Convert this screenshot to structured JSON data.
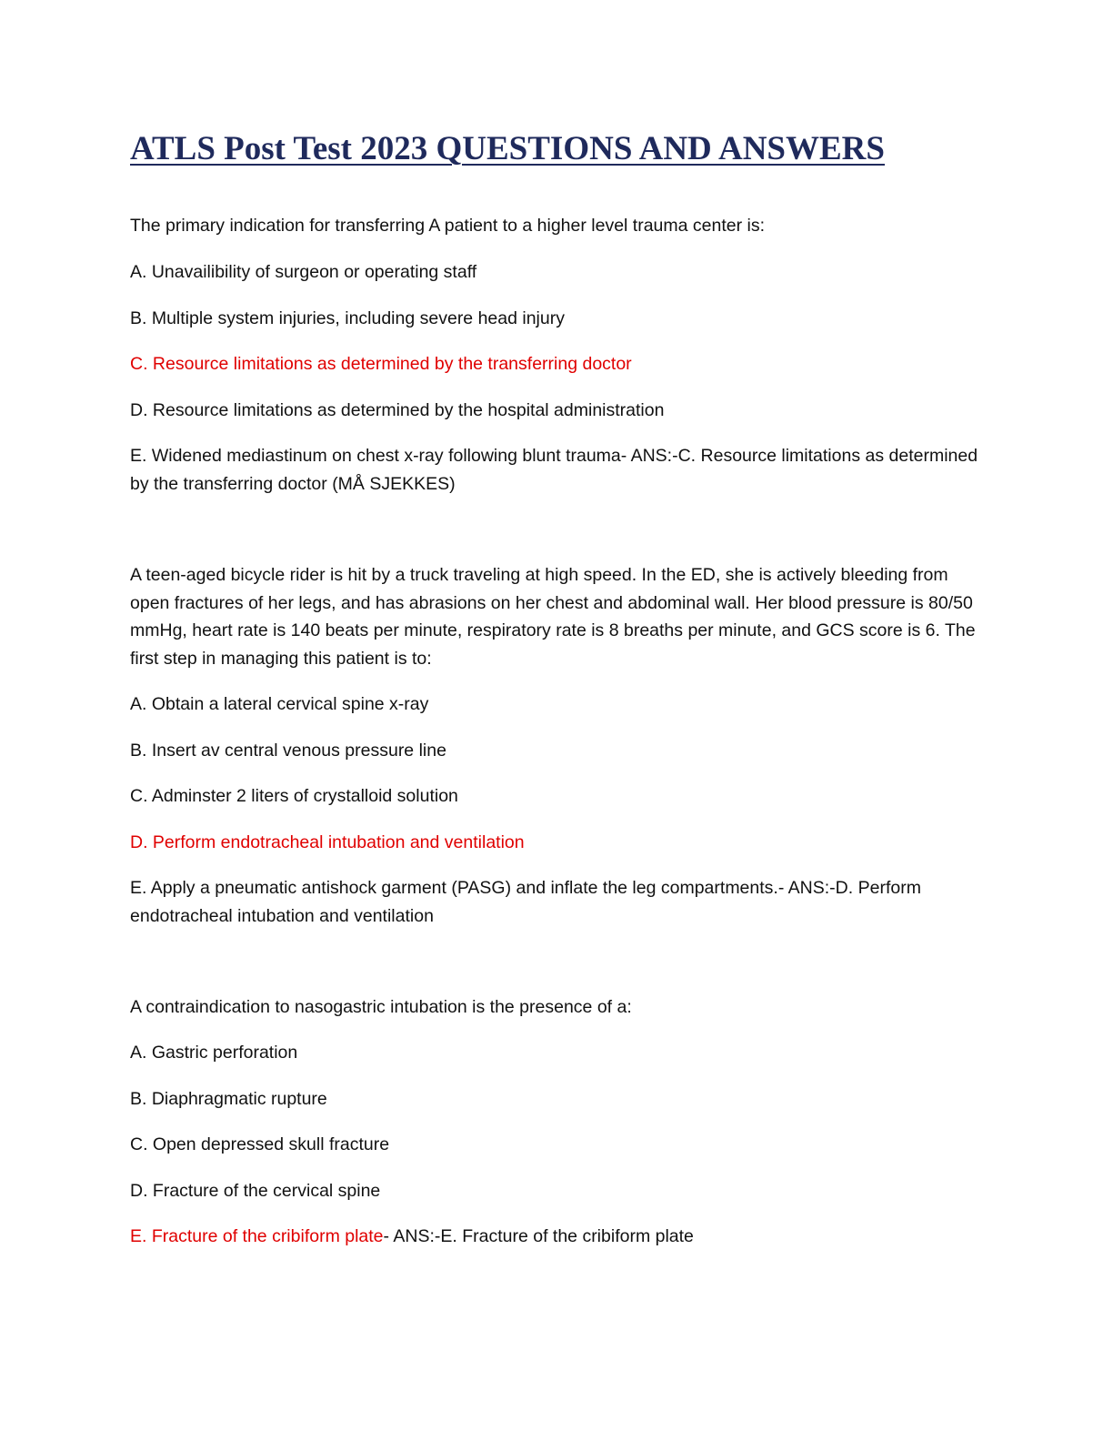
{
  "document": {
    "title": "ATLS Post Test 2023 QUESTIONS AND ANSWERS",
    "accent_color": "#e00000",
    "title_color": "#1f2a5c"
  },
  "q1": {
    "question": "The primary indication for transferring A patient to a higher level trauma center is:",
    "option_a": "A. Unavailibility of surgeon or operating staff",
    "option_b": "B. Multiple system injuries, including severe head injury",
    "option_c": "C. Resource limitations as determined by the transferring doctor",
    "option_d": "D. Resource limitations as determined by the hospital administration",
    "option_e": "E. Widened mediastinum on chest x-ray following blunt trauma- ANS:-C. Resource limitations as determined by the transferring doctor (MÅ SJEKKES)"
  },
  "q2": {
    "question": "A teen-aged bicycle rider is hit by a truck traveling at high speed. In the ED, she is actively bleeding from open fractures of her legs, and has abrasions on her chest and abdominal wall. Her blood pressure is 80/50 mmHg, heart rate is 140 beats per minute, respiratory rate is 8 breaths per minute, and GCS score is 6. The first step in managing this patient is to:",
    "option_a": "A. Obtain a lateral cervical spine x-ray",
    "option_b": "B. Insert av central venous pressure line",
    "option_c": "C. Adminster 2 liters of crystalloid solution",
    "option_d": "D. Perform endotracheal intubation and ventilation",
    "option_e": "E. Apply a pneumatic antishock garment (PASG) and inflate the leg compartments.- ANS:-D. Perform endotracheal intubation and ventilation"
  },
  "q3": {
    "question": "A contraindication to nasogastric intubation is the presence of a:",
    "option_a": "A. Gastric perforation",
    "option_b": "B. Diaphragmatic rupture",
    "option_c": "C. Open depressed skull fracture",
    "option_d": "D. Fracture of the cervical spine",
    "option_e_highlight": "E. Fracture of the cribiform plate",
    "option_e_answer": "- ANS:-E. Fracture of the cribiform plate"
  }
}
